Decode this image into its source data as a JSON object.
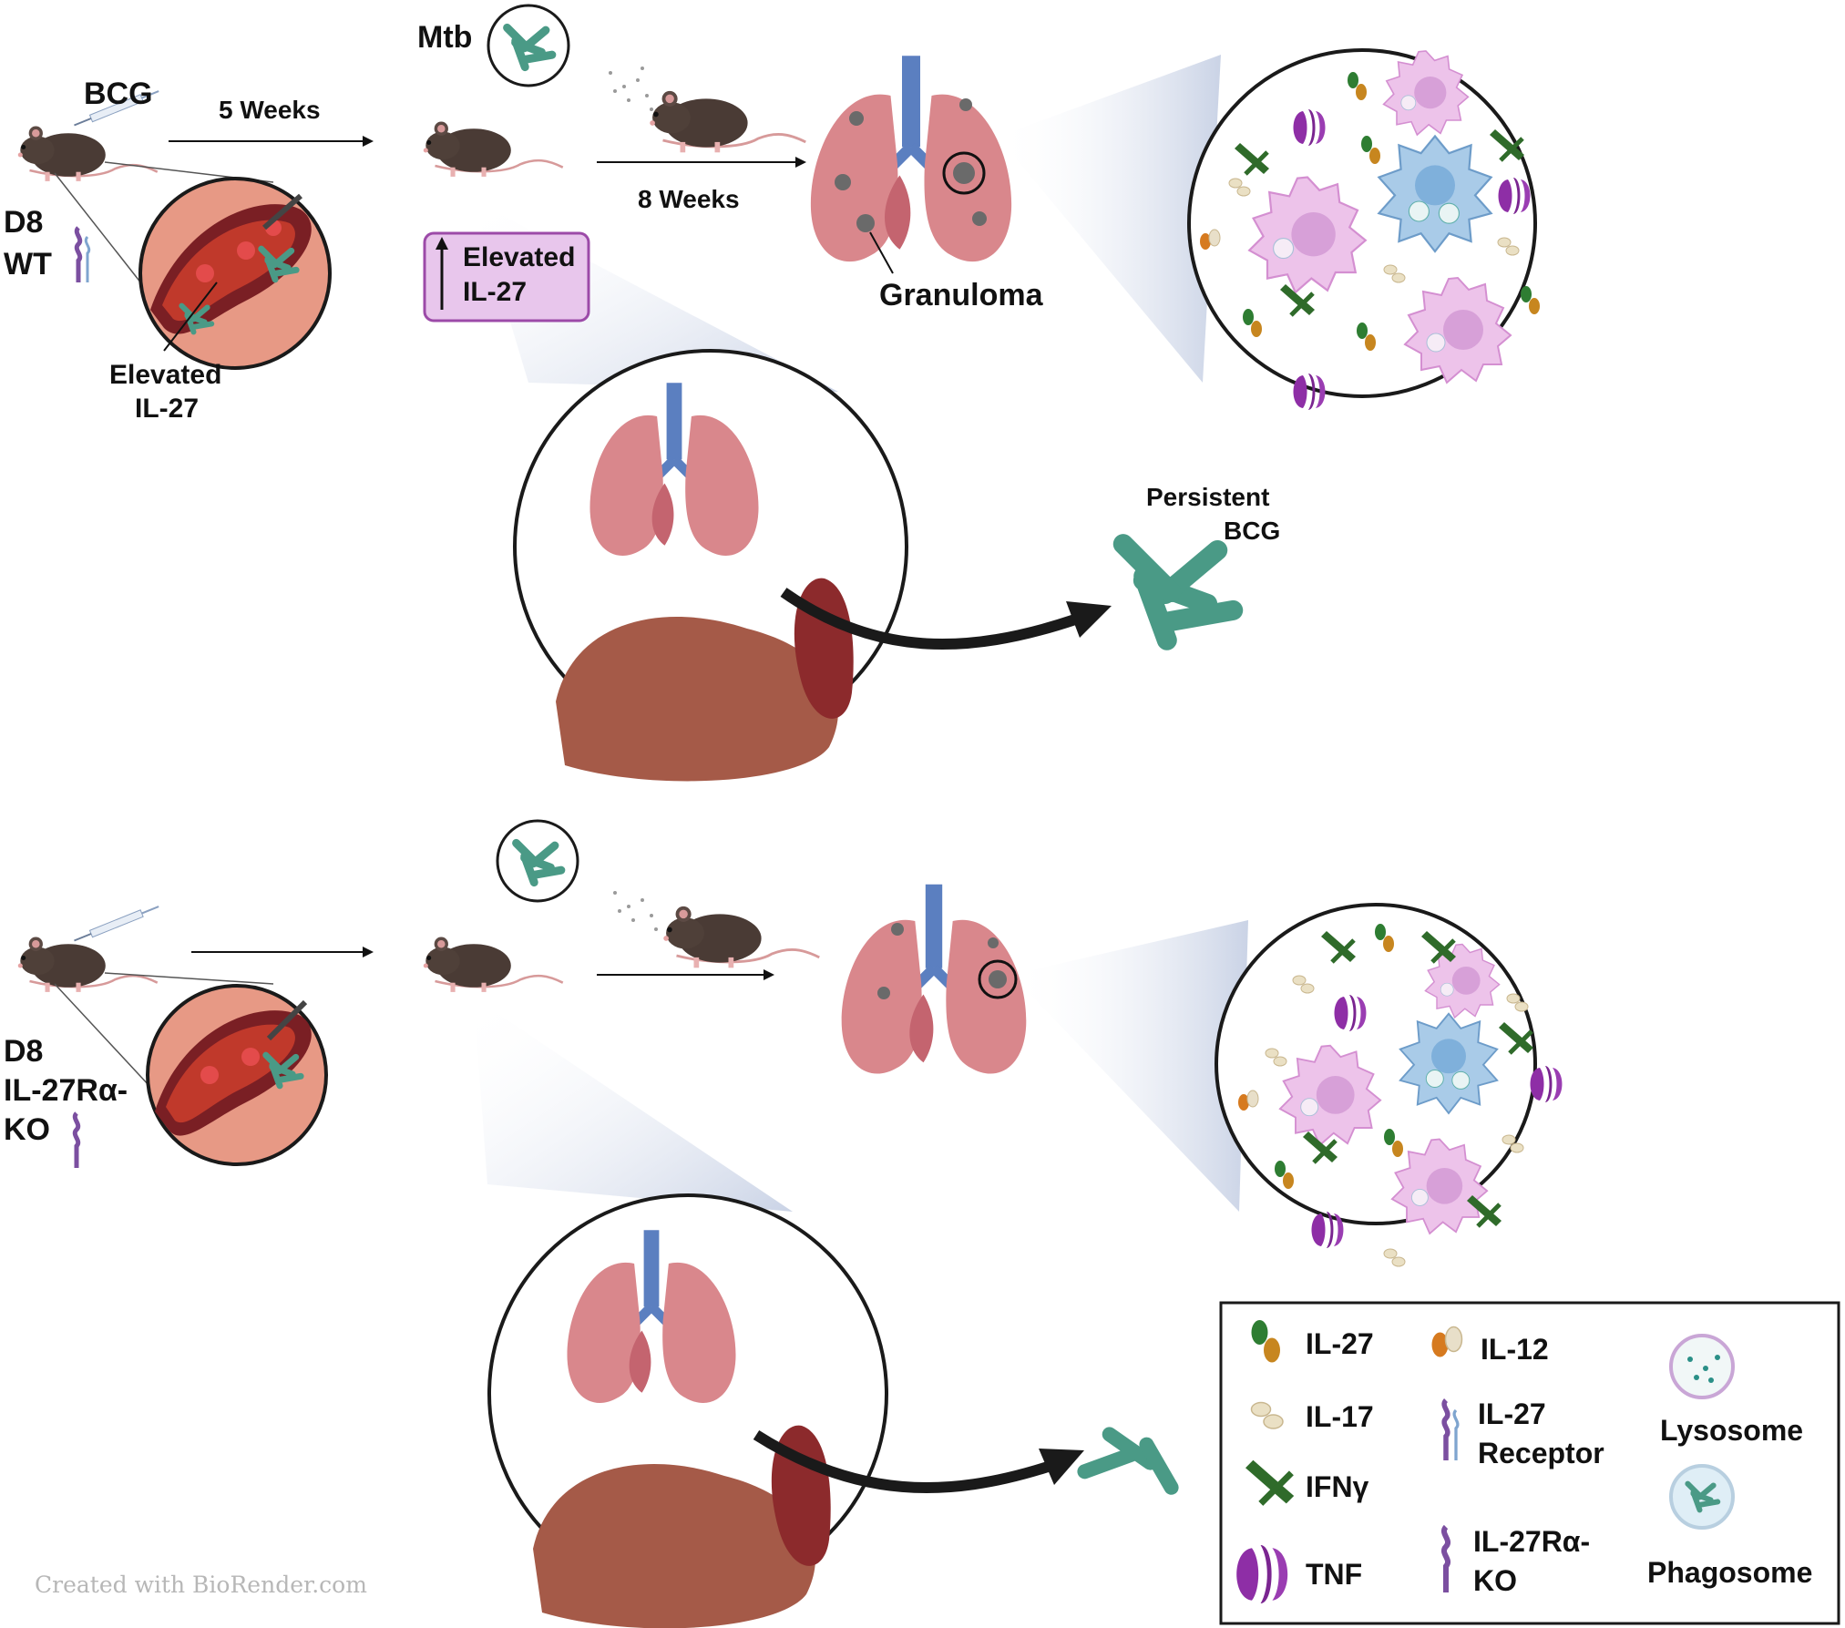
{
  "top_panel": {
    "vaccine_label": "BCG",
    "mouse_age": "D8",
    "genotype": "WT",
    "interval_1": "5 Weeks",
    "challenge_label": "Mtb",
    "interval_2": "8 Weeks",
    "badge_line1": "Elevated",
    "badge_line2": "IL-27",
    "vessel_line1": "Elevated",
    "vessel_line2": "IL-27",
    "granuloma_label": "Granuloma",
    "persistent_line1": "Persistent",
    "persistent_line2": "BCG"
  },
  "bottom_panel": {
    "mouse_age": "D8",
    "genotype_line1": "IL-27Rα-",
    "genotype_line2": "KO"
  },
  "legend": {
    "il27": "IL-27",
    "il12": "IL-12",
    "il17": "IL-17",
    "receptor_line1": "IL-27",
    "receptor_line2": "Receptor",
    "lysosome": "Lysosome",
    "ifng": "IFNγ",
    "tnf": "TNF",
    "ko_line1": "IL-27Rα-",
    "ko_line2": "KO",
    "phagosome": "Phagosome"
  },
  "credit": "Created with BioRender.com",
  "colors": {
    "il27": "#2e7d32",
    "il12": "#d67a1f",
    "il17": "#d9c9a3",
    "ifng": "#2f6b2a",
    "tnf": "#8e2ea6",
    "receptor": "#7b4fa0",
    "bacteria": "#4a9a86",
    "badge_fill": "#e8c6ec",
    "badge_stroke": "#9c4aa8",
    "lung": "#d9878c",
    "spleen": "#8c2a2c",
    "liver": "#a55a48",
    "macrophage_pink": "#edc3ea",
    "dendritic_blue": "#a9cbe8"
  }
}
